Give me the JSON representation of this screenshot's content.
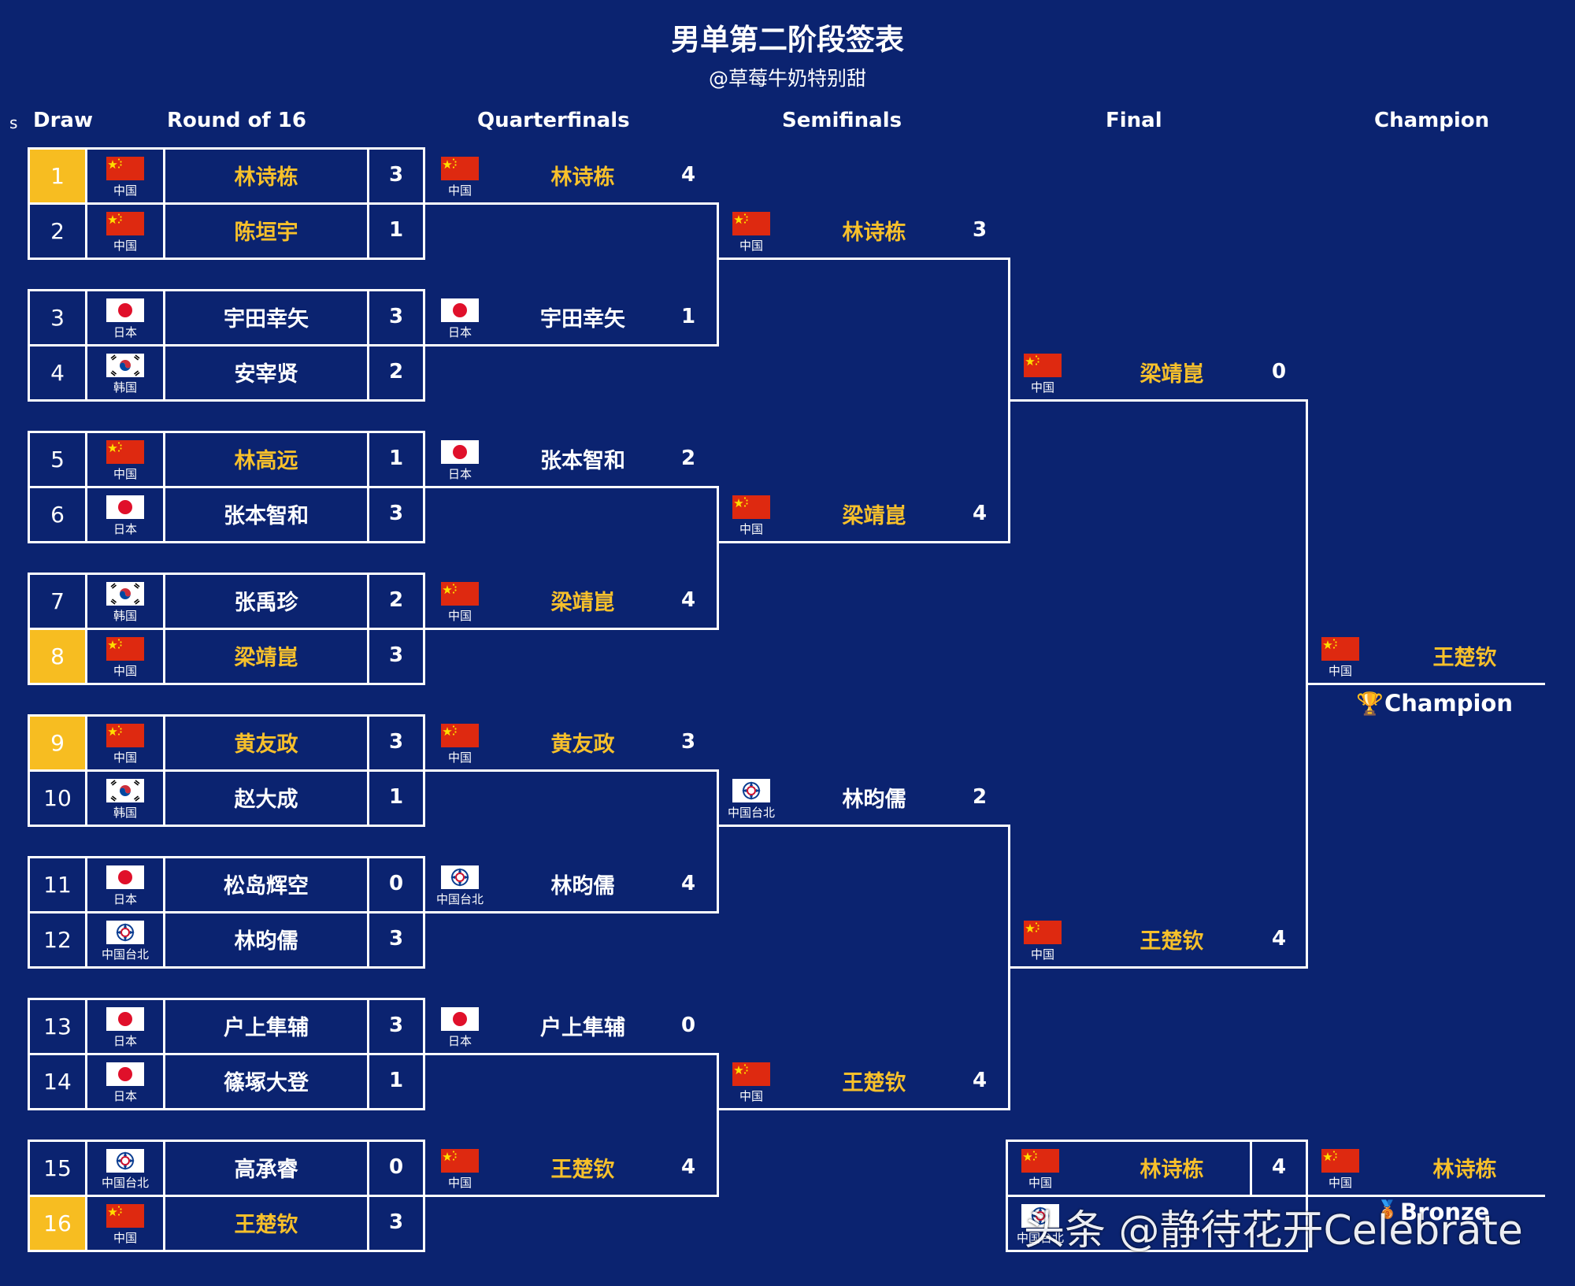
{
  "title": "男单第二阶段签表",
  "subtitle": "@草莓牛奶特别甜",
  "headers": {
    "draw_prefix": "s",
    "draw": "Draw",
    "r16": "Round of 16",
    "qf": "Quarterfinals",
    "sf": "Semifinals",
    "final": "Final",
    "champion": "Champion"
  },
  "colors": {
    "background": "#0b2370",
    "highlight": "#f7bd21",
    "chinese_name": "#f7c02b",
    "lines": "#ffffff"
  },
  "r16": [
    {
      "seed": "1",
      "country": "中国",
      "flag": "china-flag",
      "name": "林诗栋",
      "score": "3",
      "seed_highlight": true
    },
    {
      "seed": "2",
      "country": "中国",
      "flag": "china-flag",
      "name": "陈垣宇",
      "score": "1",
      "seed_highlight": false
    },
    {
      "seed": "3",
      "country": "日本",
      "flag": "japan-flag",
      "name": "宇田幸矢",
      "score": "3",
      "seed_highlight": false
    },
    {
      "seed": "4",
      "country": "韩国",
      "flag": "korea-flag",
      "name": "安宰贤",
      "score": "2",
      "seed_highlight": false
    },
    {
      "seed": "5",
      "country": "中国",
      "flag": "china-flag",
      "name": "林高远",
      "score": "1",
      "seed_highlight": false
    },
    {
      "seed": "6",
      "country": "日本",
      "flag": "japan-flag",
      "name": "张本智和",
      "score": "3",
      "seed_highlight": false
    },
    {
      "seed": "7",
      "country": "韩国",
      "flag": "korea-flag",
      "name": "张禹珍",
      "score": "2",
      "seed_highlight": false
    },
    {
      "seed": "8",
      "country": "中国",
      "flag": "china-flag",
      "name": "梁靖崑",
      "score": "3",
      "seed_highlight": true
    },
    {
      "seed": "9",
      "country": "中国",
      "flag": "china-flag",
      "name": "黄友政",
      "score": "3",
      "seed_highlight": true
    },
    {
      "seed": "10",
      "country": "韩国",
      "flag": "korea-flag",
      "name": "赵大成",
      "score": "1",
      "seed_highlight": false
    },
    {
      "seed": "11",
      "country": "日本",
      "flag": "japan-flag",
      "name": "松岛辉空",
      "score": "0",
      "seed_highlight": false
    },
    {
      "seed": "12",
      "country": "中国台北",
      "flag": "chinese-taipei-flag",
      "name": "林昀儒",
      "score": "3",
      "seed_highlight": false
    },
    {
      "seed": "13",
      "country": "日本",
      "flag": "japan-flag",
      "name": "户上隼辅",
      "score": "3",
      "seed_highlight": false
    },
    {
      "seed": "14",
      "country": "日本",
      "flag": "japan-flag",
      "name": "篠塚大登",
      "score": "1",
      "seed_highlight": false
    },
    {
      "seed": "15",
      "country": "中国台北",
      "flag": "chinese-taipei-flag",
      "name": "高承睿",
      "score": "0",
      "seed_highlight": false
    },
    {
      "seed": "16",
      "country": "中国",
      "flag": "china-flag",
      "name": "王楚钦",
      "score": "3",
      "seed_highlight": true
    }
  ],
  "qf": [
    {
      "country": "中国",
      "flag": "china-flag",
      "name": "林诗栋",
      "score": "4"
    },
    {
      "country": "日本",
      "flag": "japan-flag",
      "name": "宇田幸矢",
      "score": "1"
    },
    {
      "country": "日本",
      "flag": "japan-flag",
      "name": "张本智和",
      "score": "2"
    },
    {
      "country": "中国",
      "flag": "china-flag",
      "name": "梁靖崑",
      "score": "4"
    },
    {
      "country": "中国",
      "flag": "china-flag",
      "name": "黄友政",
      "score": "3"
    },
    {
      "country": "中国台北",
      "flag": "chinese-taipei-flag",
      "name": "林昀儒",
      "score": "4"
    },
    {
      "country": "日本",
      "flag": "japan-flag",
      "name": "户上隼辅",
      "score": "0"
    },
    {
      "country": "中国",
      "flag": "china-flag",
      "name": "王楚钦",
      "score": "4"
    }
  ],
  "sf": [
    {
      "country": "中国",
      "flag": "china-flag",
      "name": "林诗栋",
      "score": "3"
    },
    {
      "country": "中国",
      "flag": "china-flag",
      "name": "梁靖崑",
      "score": "4"
    },
    {
      "country": "中国台北",
      "flag": "chinese-taipei-flag",
      "name": "林昀儒",
      "score": "2"
    },
    {
      "country": "中国",
      "flag": "china-flag",
      "name": "王楚钦",
      "score": "4"
    }
  ],
  "final": [
    {
      "country": "中国",
      "flag": "china-flag",
      "name": "梁靖崑",
      "score": "0"
    },
    {
      "country": "中国",
      "flag": "china-flag",
      "name": "王楚钦",
      "score": "4"
    }
  ],
  "champion": {
    "country": "中国",
    "flag": "china-flag",
    "name": "王楚钦",
    "label": "Champion",
    "icon": "trophy-icon"
  },
  "bronze_match": {
    "top": {
      "country": "中国",
      "flag": "china-flag",
      "name": "林诗栋",
      "score": "4"
    },
    "bottom": {
      "country": "中国台北",
      "flag": "chinese-taipei-flag",
      "name": "",
      "score": ""
    }
  },
  "bronze_winner": {
    "country": "中国",
    "flag": "china-flag",
    "name": "林诗栋",
    "label": "Bronze",
    "icon": "medal-icon"
  },
  "watermark": "头条 @静待花开Celebrate"
}
